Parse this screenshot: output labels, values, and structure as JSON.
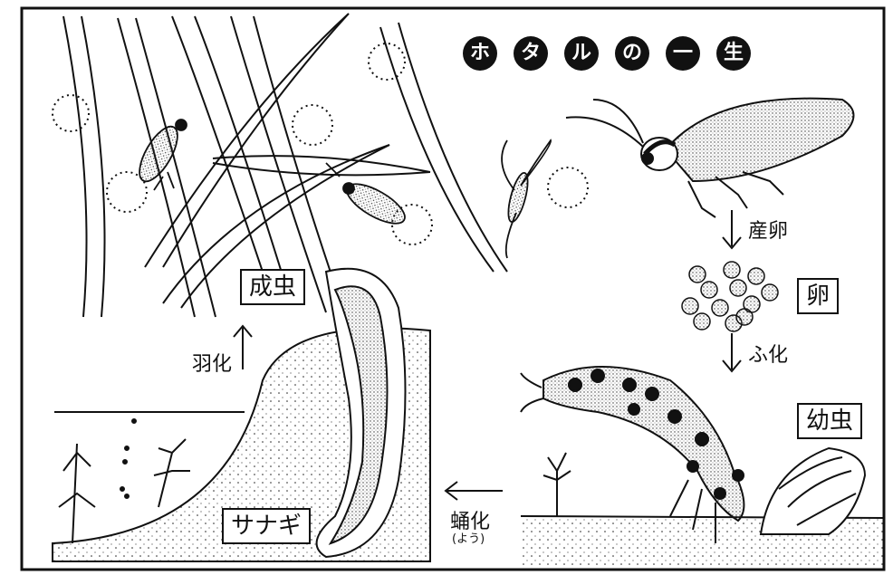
{
  "title": {
    "chars": [
      "ホ",
      "タ",
      "ル",
      "の",
      "一",
      "生"
    ]
  },
  "stages": {
    "adult": "成虫",
    "egg": "卵",
    "larva": "幼虫",
    "pupa": "サナギ"
  },
  "transitions": {
    "oviposition": "産卵",
    "hatching": "ふ化",
    "pupation": "蛹化",
    "pupation_reading": "(よう)",
    "emergence": "羽化"
  }
}
